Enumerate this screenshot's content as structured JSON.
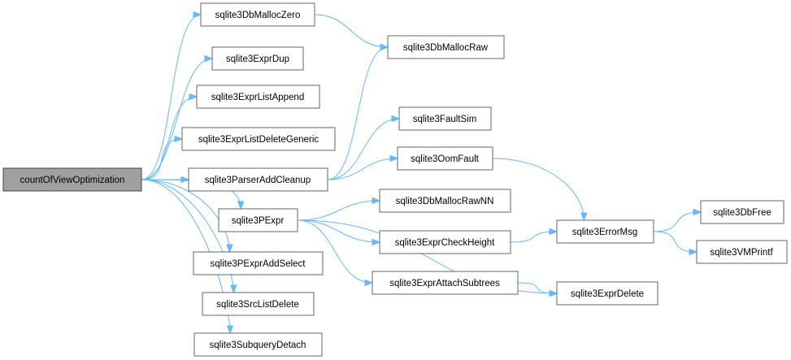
{
  "diagram": {
    "nodes": {
      "root": "countOfViewOptimization",
      "mallocZero": "sqlite3DbMallocZero",
      "mallocRaw": "sqlite3DbMallocRaw",
      "exprDup": "sqlite3ExprDup",
      "listAppend": "sqlite3ExprListAppend",
      "listDeleteGeneric": "sqlite3ExprListDeleteGeneric",
      "faultSim": "sqlite3FaultSim",
      "addCleanup": "sqlite3ParserAddCleanup",
      "oomFault": "sqlite3OomFault",
      "mallocRawNN": "sqlite3DbMallocRawNN",
      "pexpr": "sqlite3PExpr",
      "checkHeight": "sqlite3ExprCheckHeight",
      "errorMsg": "sqlite3ErrorMsg",
      "dbFree": "sqlite3DbFree",
      "vmPrintf": "sqlite3VMPrintf",
      "addSelect": "sqlite3PExprAddSelect",
      "attachSubtrees": "sqlite3ExprAttachSubtrees",
      "exprDelete": "sqlite3ExprDelete",
      "srcListDelete": "sqlite3SrcListDelete",
      "subqueryDetach": "sqlite3SubqueryDetach"
    },
    "edges": [
      [
        "root",
        "mallocZero"
      ],
      [
        "root",
        "exprDup"
      ],
      [
        "root",
        "listAppend"
      ],
      [
        "root",
        "listDeleteGeneric"
      ],
      [
        "root",
        "addCleanup"
      ],
      [
        "root",
        "pexpr"
      ],
      [
        "root",
        "addSelect"
      ],
      [
        "root",
        "srcListDelete"
      ],
      [
        "root",
        "subqueryDetach"
      ],
      [
        "mallocZero",
        "mallocRaw"
      ],
      [
        "addCleanup",
        "mallocRaw"
      ],
      [
        "addCleanup",
        "faultSim"
      ],
      [
        "addCleanup",
        "oomFault"
      ],
      [
        "oomFault",
        "errorMsg"
      ],
      [
        "pexpr",
        "mallocRawNN"
      ],
      [
        "pexpr",
        "checkHeight"
      ],
      [
        "pexpr",
        "attachSubtrees"
      ],
      [
        "pexpr",
        "exprDelete"
      ],
      [
        "checkHeight",
        "errorMsg"
      ],
      [
        "attachSubtrees",
        "exprDelete"
      ],
      [
        "errorMsg",
        "dbFree"
      ],
      [
        "errorMsg",
        "vmPrintf"
      ]
    ]
  }
}
